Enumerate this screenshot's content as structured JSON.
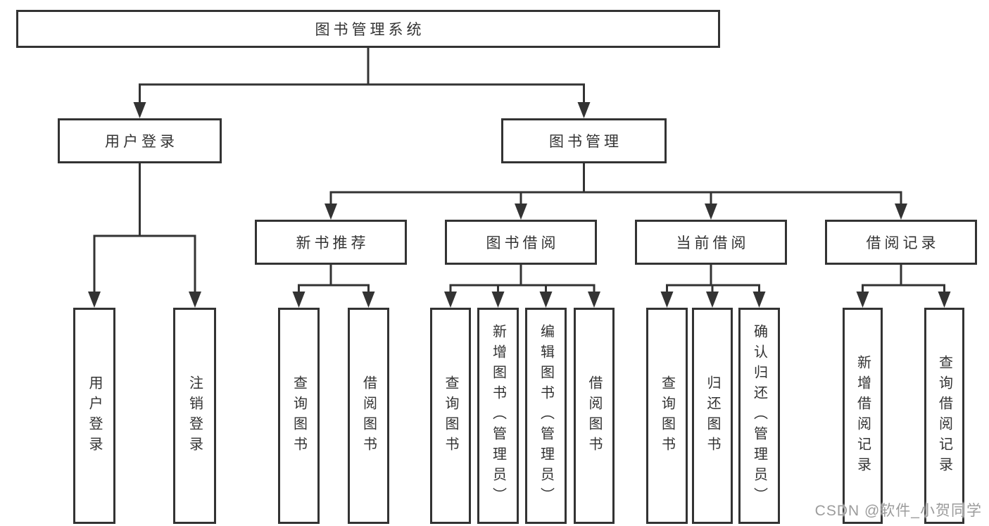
{
  "tree": {
    "root": "图书管理系统",
    "level2": [
      "用户登录",
      "图书管理"
    ],
    "level3": [
      "新书推荐",
      "图书借阅",
      "当前借阅",
      "借阅记录"
    ],
    "leaves": {
      "user_login": [
        "用户登录",
        "注销登录"
      ],
      "new_book": [
        "查询图书",
        "借阅图书"
      ],
      "borrow": [
        "查询图书",
        "新增图书（管理员）",
        "编辑图书（管理员）",
        "借阅图书"
      ],
      "current": [
        "查询图书",
        "归还图书",
        "确认归还（管理员）"
      ],
      "records": [
        "新增借阅记录",
        "查询借阅记录"
      ]
    }
  },
  "watermark": {
    "text": "CSDN @软件_小贺同学"
  },
  "colors": {
    "line": "#333333",
    "background": "#ffffff",
    "watermark": "#9c9c9c"
  }
}
